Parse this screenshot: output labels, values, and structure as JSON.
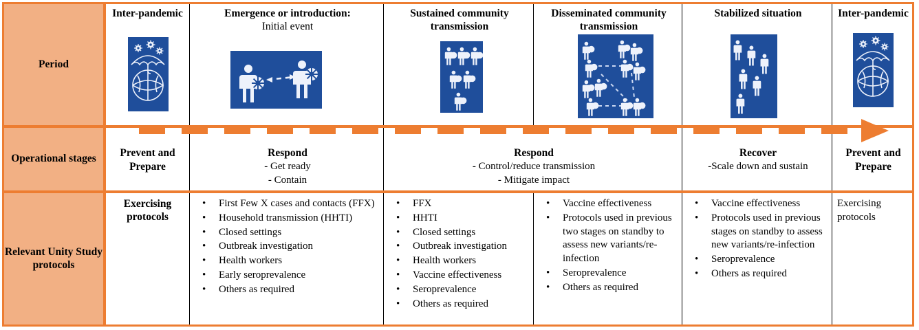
{
  "figure": {
    "title": "Pandemic phases, operational stages and relevant Unity Study protocols",
    "colors": {
      "header_fill": "#F2B084",
      "accent_orange": "#ED7D31",
      "icon_blue": "#1F4E9B",
      "text": "#000000"
    }
  },
  "rows": {
    "period": {
      "label": "Period"
    },
    "operational": {
      "label": "Operational stages"
    },
    "protocols": {
      "label": "Relevant Unity Study protocols"
    }
  },
  "columns": [
    {
      "id": "inter-pandemic-start",
      "period_title": "Inter-pandemic",
      "period_subtitle": "",
      "icon_name": "umbrella-over-globe-with-virus-icon",
      "operational_stage": "Prevent and Prepare",
      "operational_details": [],
      "protocols_plain": "Exercising protocols",
      "protocols": []
    },
    {
      "id": "emergence",
      "period_title": "Emergence or introduction:",
      "period_subtitle": "Initial event",
      "icon_name": "two-people-virus-transmission-arrow-icon",
      "operational_stage": "Respond",
      "operational_details": [
        "- Get ready",
        "- Contain"
      ],
      "protocols_plain": "",
      "protocols": [
        "First Few X cases and contacts (FFX)",
        "Household transmission (HHTI)",
        "Closed settings",
        "Outbreak investigation",
        "Health workers",
        "Early seroprevalence",
        "Others as required"
      ]
    },
    {
      "id": "sustained",
      "period_title": "Sustained community transmission",
      "period_subtitle": "",
      "icon_name": "six-infected-people-cluster-icon",
      "operational_stage": "Respond",
      "operational_details": [
        "-    Control/reduce transmission",
        "-     Mitigate impact"
      ],
      "protocols_plain": "",
      "protocols": [
        "FFX",
        "HHTI",
        "Closed settings",
        "Outbreak investigation",
        "Health workers",
        "Vaccine effectiveness",
        "Seroprevalence",
        "Others as required"
      ]
    },
    {
      "id": "disseminated",
      "period_title": "Disseminated community transmission",
      "period_subtitle": "",
      "icon_name": "infected-people-network-transmission-icon",
      "operational_stage": "",
      "operational_details": [],
      "protocols_plain": "",
      "protocols": [
        "Vaccine effectiveness",
        "Protocols used in previous two stages on standby to assess new variants/re-infection",
        "Seroprevalence",
        "Others as required"
      ]
    },
    {
      "id": "stabilized",
      "period_title": "Stabilized situation",
      "period_subtitle": "",
      "icon_name": "six-healthy-people-icon",
      "operational_stage": "Recover",
      "operational_details": [
        "-Scale down and sustain"
      ],
      "protocols_plain": "",
      "protocols": [
        "Vaccine effectiveness",
        "Protocols used in previous stages on standby to assess new variants/re-infection",
        "Seroprevalence",
        "Others as required"
      ]
    },
    {
      "id": "inter-pandemic-end",
      "period_title": "Inter-pandemic",
      "period_subtitle": "",
      "icon_name": "umbrella-over-globe-with-virus-icon",
      "operational_stage": "Prevent and Prepare",
      "operational_details": [],
      "protocols_plain": "Exercising protocols",
      "protocols": []
    }
  ],
  "merged_operational": {
    "respond_wide": {
      "title": "Respond",
      "details": [
        "-    Control/reduce transmission",
        "-     Mitigate impact"
      ]
    }
  },
  "timeline": {
    "name": "orange-dashed-progress-arrow",
    "direction": "left-to-right",
    "arrowhead_label": "arrow-head-right"
  },
  "bullet_glyph": "•"
}
